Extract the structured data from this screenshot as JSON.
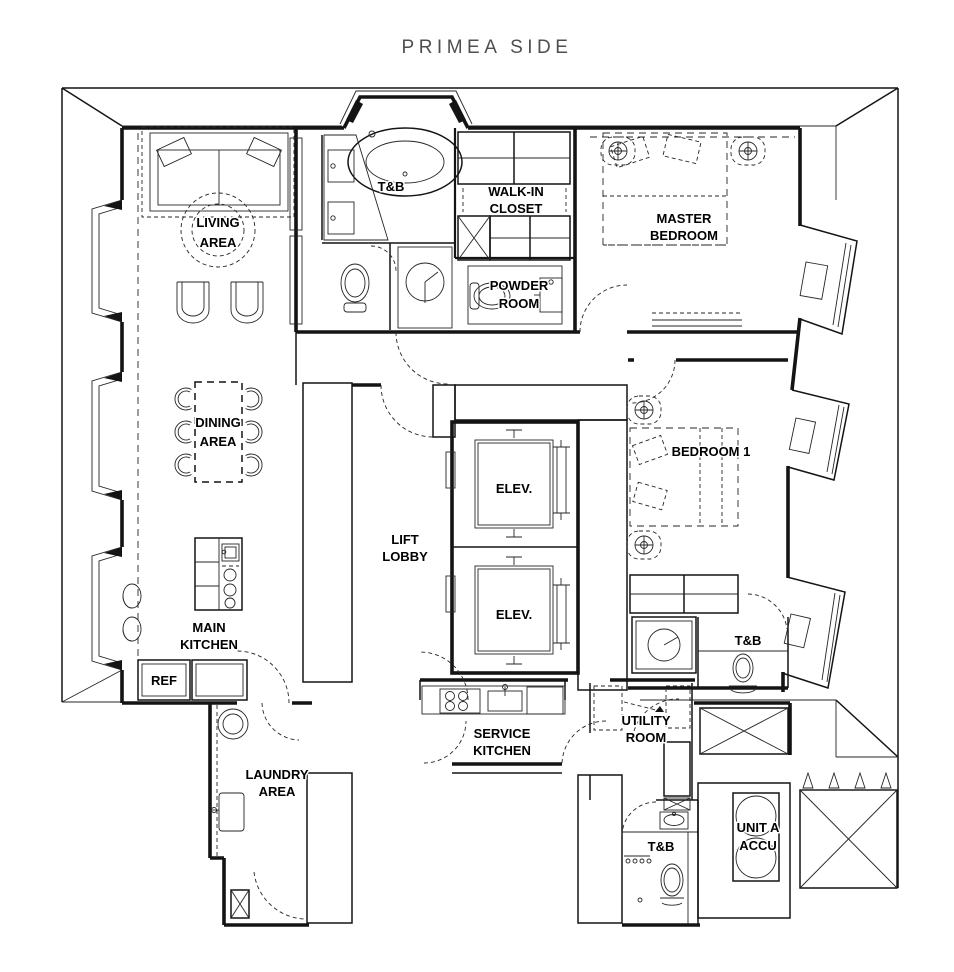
{
  "title": "PRIMEA SIDE",
  "colors": {
    "paper": "#ffffff",
    "ink": "#141414",
    "title_text": "#4f4f4f",
    "label_text": "#000000"
  },
  "rooms": {
    "living_area": {
      "line1": "LIVING",
      "line2": "AREA"
    },
    "master_tb": {
      "label": "T&B"
    },
    "walk_in_closet": {
      "line1": "WALK-IN",
      "line2": "CLOSET"
    },
    "master_bedroom": {
      "line1": "MASTER",
      "line2": "BEDROOM"
    },
    "powder_room": {
      "line1": "POWDER",
      "line2": "ROOM"
    },
    "dining_area": {
      "line1": "DINING",
      "line2": "AREA"
    },
    "lift_lobby": {
      "line1": "LIFT",
      "line2": "LOBBY"
    },
    "elevator_1": {
      "label": "ELEV."
    },
    "elevator_2": {
      "label": "ELEV."
    },
    "bedroom_1": {
      "label": "BEDROOM 1"
    },
    "main_kitchen": {
      "line1": "MAIN",
      "line2": "KITCHEN"
    },
    "refrigerator": {
      "label": "REF"
    },
    "service_kitchen": {
      "line1": "SERVICE",
      "line2": "KITCHEN"
    },
    "utility_room": {
      "line1": "UTILITY",
      "line2": "ROOM"
    },
    "laundry_area": {
      "line1": "LAUNDRY",
      "line2": "AREA"
    },
    "bedroom1_tb": {
      "label": "T&B"
    },
    "service_tb": {
      "label": "T&B"
    },
    "accu": {
      "line1": "UNIT A",
      "line2": "ACCU"
    }
  }
}
